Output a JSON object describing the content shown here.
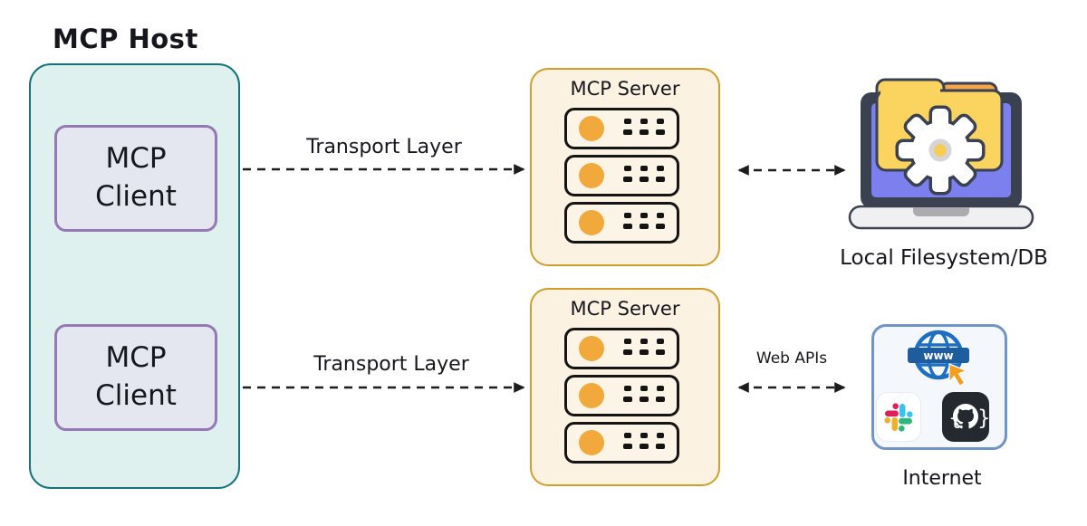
{
  "diagram": {
    "host": {
      "title": "MCP Host"
    },
    "clients": [
      {
        "label": "MCP Client"
      },
      {
        "label": "MCP Client"
      }
    ],
    "transport_labels": [
      {
        "label": "Transport Layer"
      },
      {
        "label": "Transport Layer"
      }
    ],
    "servers": [
      {
        "title": "MCP Server",
        "rack_count": 3
      },
      {
        "title": "MCP Server",
        "rack_count": 3
      }
    ],
    "web_apis_label": "Web APIs",
    "local_filesystem_label": "Local Filesystem/DB",
    "internet_label": "Internet",
    "globe_banner_text": "www"
  },
  "icons": {
    "local_filesystem": "laptop-folder-gear-icon",
    "internet_globe": "globe-www-icon",
    "slack": "slack-icon",
    "github": "github-icon",
    "server_rack": "server-rack-icon"
  },
  "colors": {
    "canvas_bg": "#ffffff",
    "text": "#16161e",
    "host_fill": "#dff1ef",
    "host_border": "#16727b",
    "client_fill": "#e4e7f0",
    "client_border": "#9678b4",
    "server_fill": "#fbf2e2",
    "server_border": "#d19e2a",
    "rack_stroke": "#141414",
    "rack_fill": "#fcf4e6",
    "rack_led": "#f2a93b",
    "arrow": "#1c1c1c",
    "internet_fill": "#f4f8fc",
    "internet_border": "#6f94c8",
    "globe_blue": "#1e6fc4",
    "banner_blue": "#1d5c9e",
    "cursor_orange": "#f59e1b",
    "slack_blue": "#36c5f0",
    "slack_red": "#e01e5a",
    "slack_green": "#2eb67d",
    "slack_yellow": "#ecb22c",
    "github_bg": "#23292e",
    "laptop_dark": "#3a4150",
    "screen_purple": "#7b80ee",
    "folder_yellow": "#fbd45f",
    "folder_orange": "#f5a44c",
    "base_gray": "#f0f0f2",
    "notch_gray": "#ababaf"
  }
}
